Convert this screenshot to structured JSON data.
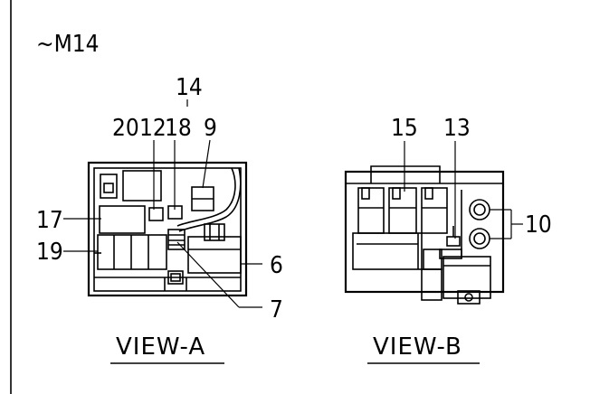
{
  "header": {
    "model": "~M14"
  },
  "view_a": {
    "title": "VIEW-A",
    "callouts": {
      "c14": "14",
      "c20": "20",
      "c12": "12",
      "c18": "18",
      "c9": "9",
      "c17": "17",
      "c19": "19",
      "c6": "6",
      "c7": "7"
    }
  },
  "view_b": {
    "title": "VIEW-B",
    "callouts": {
      "c15": "15",
      "c13": "13",
      "c10": "10"
    }
  }
}
